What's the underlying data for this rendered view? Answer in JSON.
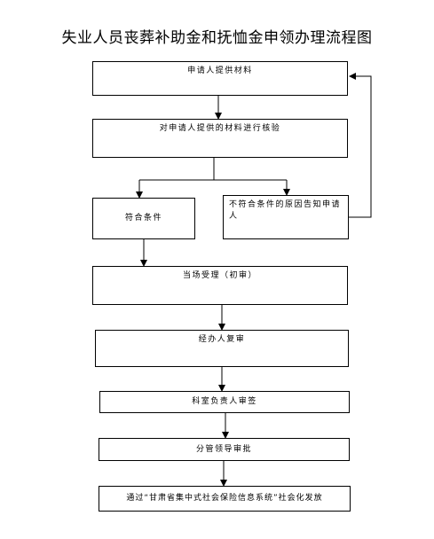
{
  "diagram": {
    "title": "失业人员丧葬补助金和抚恤金申领办理流程图",
    "nodes": {
      "submit": "申请人提供材料",
      "review": "对申请人提供的材料进行核验",
      "eligible": "符合条件",
      "ineligible": "不符合条件的原因告知申请人",
      "accept": "当场受理（初审）",
      "recheck": "经办人复审",
      "section_chief": "科室负责人审签",
      "leader": "分管领导审批",
      "issue": "通过“甘肃省集中式社会保险信息系统”社会化发放"
    }
  }
}
